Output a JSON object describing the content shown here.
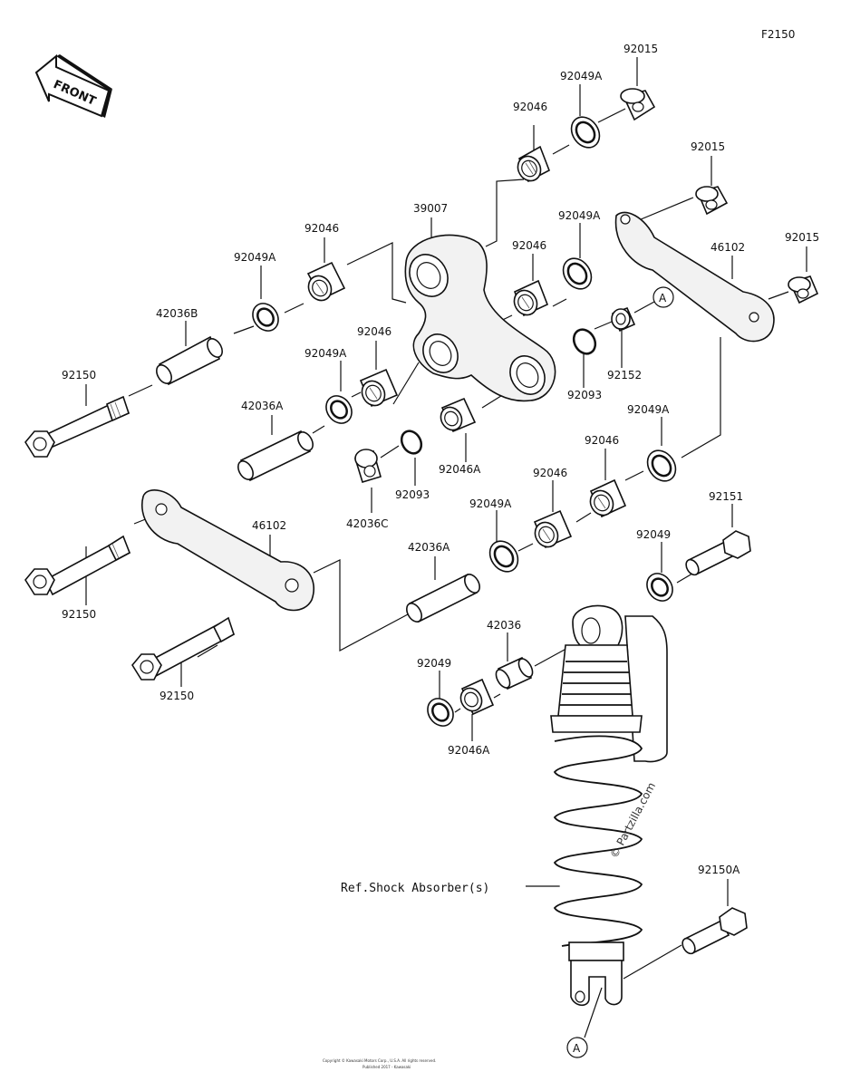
{
  "diagram_id": "F2150",
  "front_label": "FRONT",
  "watermark": "© Partzilla.com",
  "ref_label": "Ref.Shock Absorber(s)",
  "ref_marker": "A",
  "footer_line1": "Copyright © Kawasaki Motors Corp., U.S.A. All rights reserved.",
  "footer_line2": "Published 2017 - Kawasaki",
  "parts": {
    "p92015_top": "92015",
    "p92049A_top": "92049A",
    "p92046_top": "92046",
    "p92015_mid": "92015",
    "p39007": "39007",
    "p92049A_mid": "92049A",
    "p92046_left": "92046",
    "p92046_mid": "92046",
    "p46102_right": "46102",
    "p92015_right": "92015",
    "p92049A_left": "92049A",
    "p42036B": "42036B",
    "p92046_center": "92046",
    "p92049A_cl": "92049A",
    "p92152": "92152",
    "p92093_right": "92093",
    "p92150_top": "92150",
    "p42036A_left": "42036A",
    "p92049A_right": "92049A",
    "p92046_r2": "92046",
    "p92046A_mid": "92046A",
    "p92046_r3": "92046",
    "p42036C": "42036C",
    "p92093_left": "92093",
    "p92049A_low": "92049A",
    "p92151": "92151",
    "p46102_left": "46102",
    "p42036A_low": "42036A",
    "p92049_right": "92049",
    "p92150_mid": "92150",
    "p42036": "42036",
    "p92049_low": "92049",
    "p92150_low": "92150",
    "p92046A_low": "92046A",
    "p92150A": "92150A"
  }
}
